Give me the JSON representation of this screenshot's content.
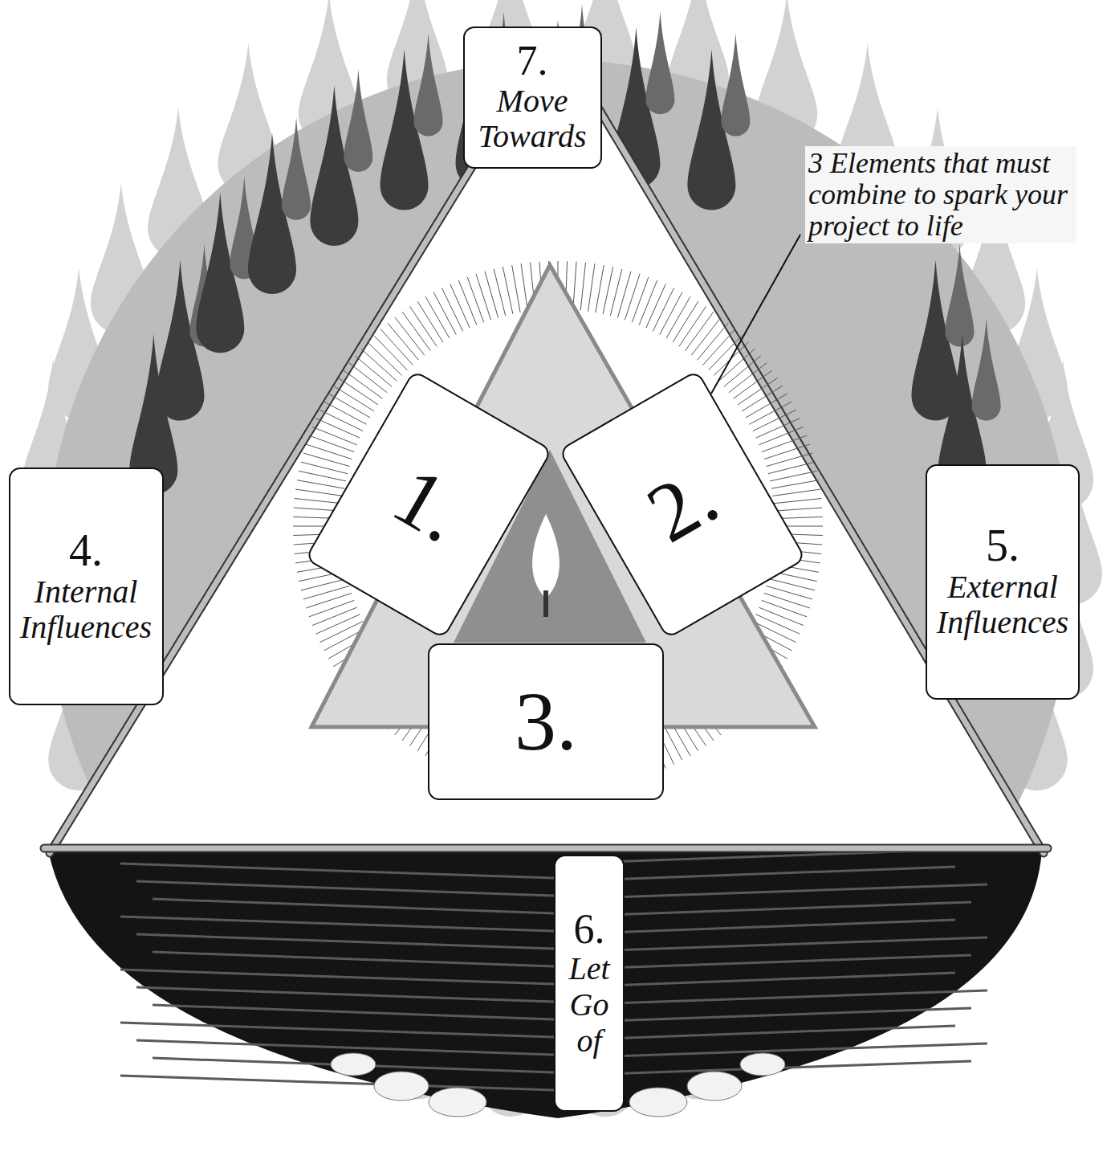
{
  "diagram": {
    "nodes": [
      {
        "text": [
          "7.",
          "Move Towards"
        ]
      },
      {
        "text": [
          "1."
        ]
      },
      {
        "text": [
          "2."
        ]
      },
      {
        "text": [
          "4.",
          "Internal Influences"
        ]
      },
      {
        "text": [
          "5.",
          "External Influences"
        ]
      },
      {
        "text": [
          "3."
        ]
      },
      {
        "text": [
          "6.",
          "Let Go of"
        ]
      }
    ],
    "labels": [
      "3 Elements that must combine to spark your project to life"
    ]
  }
}
